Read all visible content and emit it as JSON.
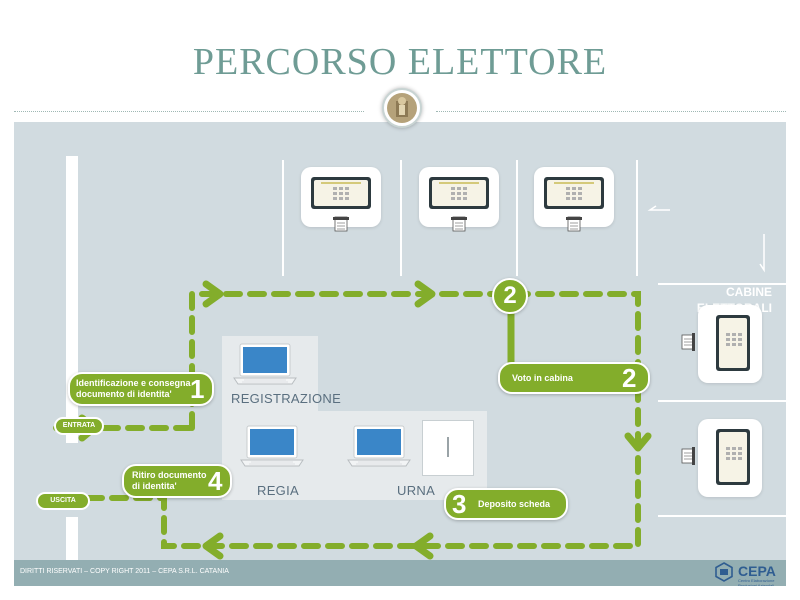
{
  "header": {
    "title": "PERCORSO ELETTORE"
  },
  "cabine": {
    "line1": "CABINE",
    "line2": "ELETTORALI"
  },
  "stations": {
    "registrazione": "REGISTRAZIONE",
    "regia": "REGIA",
    "urna": "URNA"
  },
  "steps": {
    "step1": {
      "text1": "Identificazione e consegna",
      "text2": "documento di identita'",
      "number": "1"
    },
    "step2": {
      "text": "Voto in cabina",
      "number": "2",
      "marker": "2"
    },
    "step3": {
      "text": "Deposito scheda",
      "number": "3"
    },
    "step4": {
      "text1": "Ritiro documento",
      "text2": "di identita'",
      "number": "4"
    }
  },
  "entrata": "ENTRATA",
  "uscita": "USCITA",
  "footer": {
    "copyright": "DIRITTI RISERVATI – COPY RIGHT 2011 – CEPA S.R.L. CATANIA",
    "logo": "CEPA",
    "logo_sub": "Centro Elaborazione Produzioni Aziendali"
  },
  "colors": {
    "flow": "#83ad2b",
    "title": "#6f9c95",
    "background": "#d1dbe0",
    "footer": "#93aeb2"
  },
  "icons": [
    "voting-booth-icon",
    "laptop-icon",
    "ballot-box-icon",
    "arrow-icon",
    "cepa-logo-icon",
    "emblem-icon"
  ]
}
